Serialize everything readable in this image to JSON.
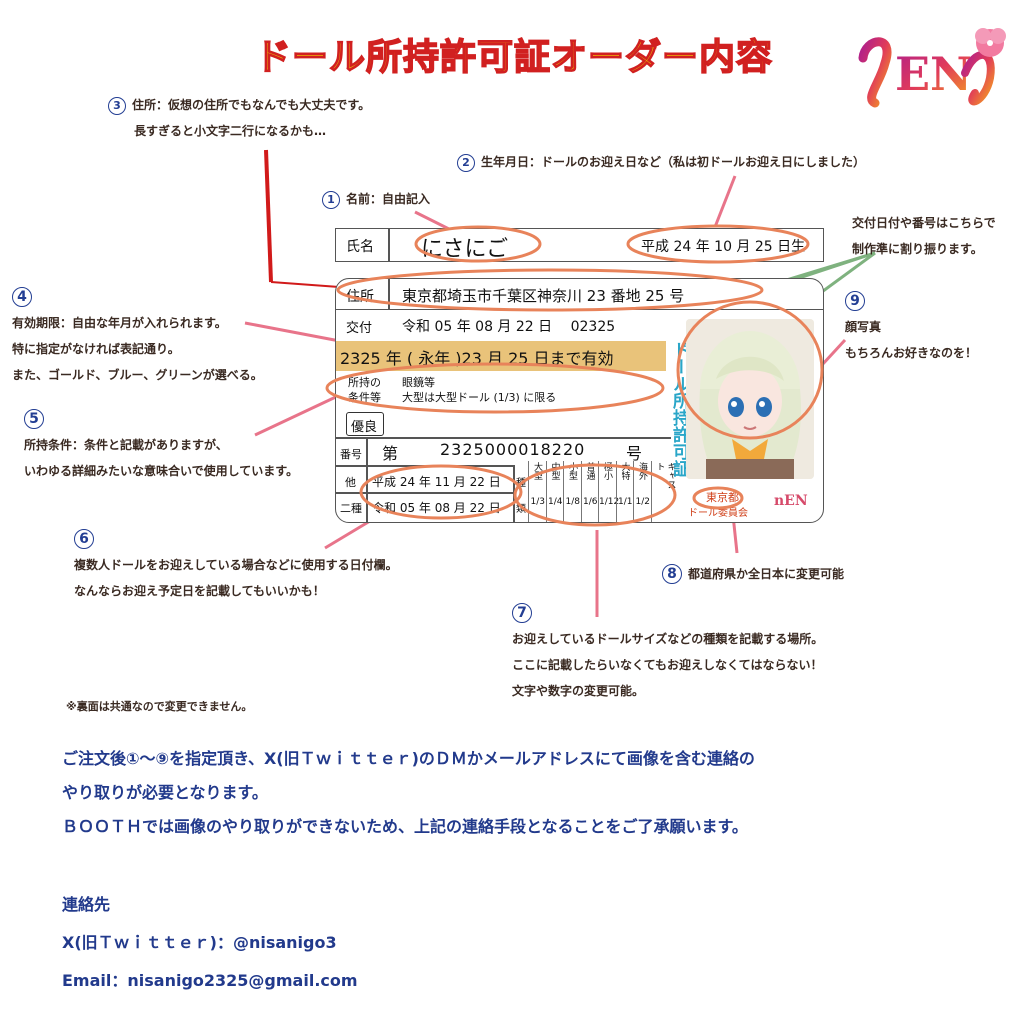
{
  "title": "ドール所持許可証オーダー内容",
  "logo_text": "nEN",
  "notes": {
    "n1": {
      "num": "1",
      "text": "名前：自由記入"
    },
    "n2": {
      "num": "2",
      "text": "生年月日：ドールのお迎え日など（私は初ドールお迎え日にしました）"
    },
    "n3": {
      "num": "3",
      "line1": "住所：仮想の住所でもなんでも大丈夫です。",
      "line2": "長すぎると小文字二行になるかも…"
    },
    "n4": {
      "num": "4",
      "line1": "有効期限：自由な年月が入れられます。",
      "line2": "特に指定がなければ表記通り。",
      "line3": "また、ゴールド、ブルー、グリーンが選べる。"
    },
    "n5": {
      "num": "5",
      "line1": "所持条件：条件と記載がありますが、",
      "line2": "いわゆる詳細みたいな意味合いで使用しています。"
    },
    "n6": {
      "num": "6",
      "line1": "複数人ドールをお迎えしている場合などに使用する日付欄。",
      "line2": "なんならお迎え予定日を記載してもいいかも！"
    },
    "n7": {
      "num": "7",
      "line1": "お迎えしているドールサイズなどの種類を記載する場所。",
      "line2": "ここに記載したらいなくてもお迎えしなくてはならない！",
      "line3": "文字や数字の変更可能。"
    },
    "n8": {
      "num": "8",
      "text": "都道府県か全日本に変更可能"
    },
    "n9": {
      "num": "9",
      "line1": "顔写真",
      "line2": "もちろんお好きなのを！"
    },
    "issue": {
      "line1": "交付日付や番号はこちらで",
      "line2": "制作準に割り振ります。"
    },
    "back": "※裏面は共通なので変更できません。"
  },
  "card": {
    "name_label": "氏名",
    "name_value": "にさにご",
    "birth_value": "平成 24 年 10 月 25 日生",
    "addr_label": "住所",
    "addr_value": "東京都埼玉市千葉区神奈川 23 番地 25 号",
    "issue_label": "交付",
    "issue_value": "令和 05 年 08 月 22 日　 02325",
    "expiry": "2325 年 ( 永年 )23 月 25 日まで有効",
    "cond_label1": "所持の",
    "cond_label2": "条件等",
    "cond_value1": "眼鏡等",
    "cond_value2": "大型は大型ドール (1/3) に限る",
    "badge": "優良",
    "no_label": "番号",
    "no_prefix": "第",
    "no_value": "2325000018220",
    "no_suffix": "号",
    "other_label": "他",
    "other_value": "平成 24 年 11 月 22 日",
    "second_label": "二種",
    "second_value": "令和 05 年 08 月 22 日",
    "kind_label1": "種",
    "kind_label2": "類",
    "cols": [
      {
        "head": "大型",
        "val": "1/3"
      },
      {
        "head": "中型",
        "val": "1/4"
      },
      {
        "head": "小型",
        "val": "1/8"
      },
      {
        "head": "普通",
        "val": "1/6"
      },
      {
        "head": "極小",
        "val": "1/12"
      },
      {
        "head": "大特",
        "val": "1/1"
      },
      {
        "head": "海外",
        "val": "1/2"
      },
      {
        "head": "キャスト",
        "val": ""
      }
    ],
    "vertical_title": "ドール所持許可証",
    "pref": "東京都",
    "committee": "ドール委員会"
  },
  "bottom": {
    "line1": "ご注文後①〜⑨を指定頂き、X(旧Ｔｗｉｔｔｅｒ)のＤＭかメールアドレスにて画像を含む連絡の",
    "line2": "やり取りが必要となります。",
    "line3": "ＢＯＯＴＨでは画像のやり取りができないため、上記の連絡手段となることをご了承願います。",
    "contact_title": "連絡先",
    "x_label": "X(旧Ｔｗｉｔｔｅｒ)：",
    "x_value": "@nisanigo3",
    "email_label": "Email：",
    "email_value": "nisanigo2325@gmail.com"
  },
  "colors": {
    "title_fill": "#f5d800",
    "title_stroke": "#d12020",
    "accent_blue": "#233e93",
    "ellipse": "#e8835a",
    "green": "#7fb27f",
    "red_line": "#d11a1a",
    "pink_line": "#e8748a",
    "expiry_bg": "#e9c37a"
  }
}
